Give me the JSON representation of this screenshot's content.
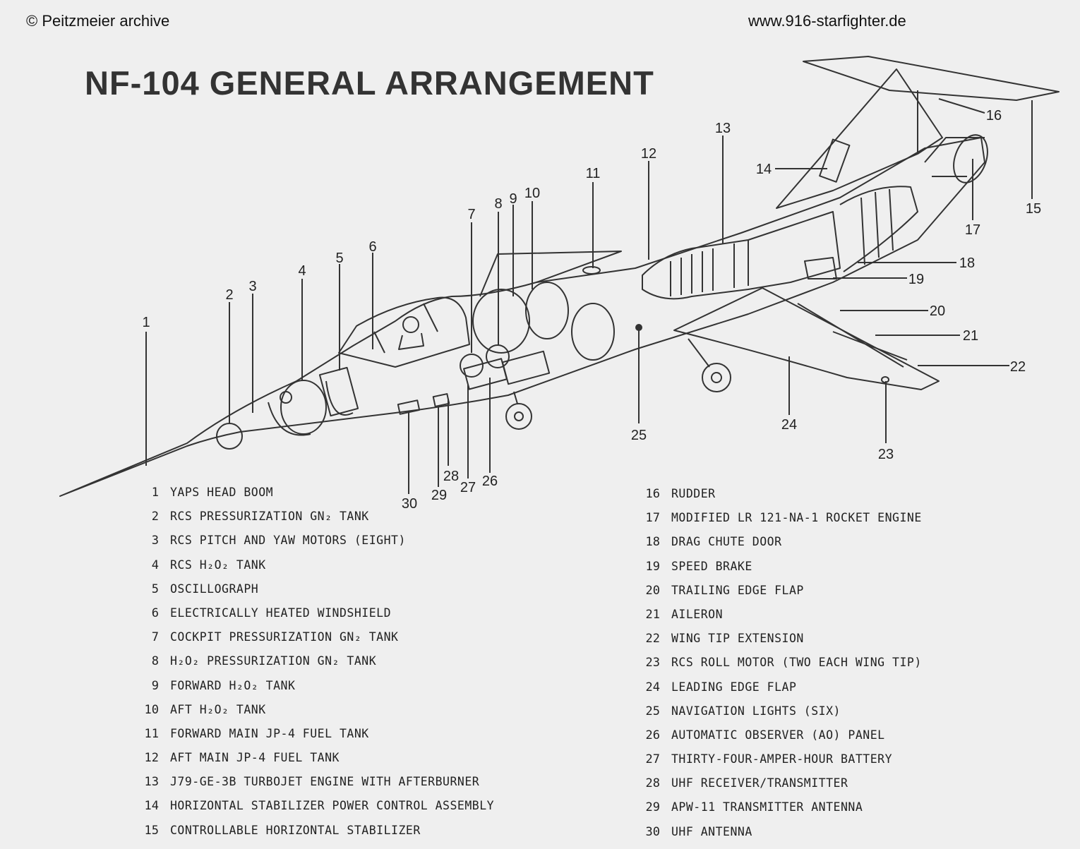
{
  "header": {
    "copyright": "© Peitzmeier archive",
    "website": "www.916-starfighter.de"
  },
  "title": "NF-104 GENERAL ARRANGEMENT",
  "legend_left": [
    {
      "n": "1",
      "label": "YAPS HEAD BOOM"
    },
    {
      "n": "2",
      "label": "RCS PRESSURIZATION GN₂ TANK"
    },
    {
      "n": "3",
      "label": "RCS PITCH AND YAW MOTORS (EIGHT)"
    },
    {
      "n": "4",
      "label": "RCS H₂O₂ TANK"
    },
    {
      "n": "5",
      "label": "OSCILLOGRAPH"
    },
    {
      "n": "6",
      "label": "ELECTRICALLY HEATED WINDSHIELD"
    },
    {
      "n": "7",
      "label": "COCKPIT PRESSURIZATION GN₂ TANK"
    },
    {
      "n": "8",
      "label": "H₂O₂ PRESSURIZATION GN₂ TANK"
    },
    {
      "n": "9",
      "label": "FORWARD H₂O₂ TANK"
    },
    {
      "n": "10",
      "label": "AFT H₂O₂ TANK"
    },
    {
      "n": "11",
      "label": "FORWARD MAIN JP-4 FUEL TANK"
    },
    {
      "n": "12",
      "label": "AFT MAIN JP-4 FUEL TANK"
    },
    {
      "n": "13",
      "label": "J79-GE-3B TURBOJET ENGINE WITH AFTERBURNER"
    },
    {
      "n": "14",
      "label": "HORIZONTAL STABILIZER POWER CONTROL ASSEMBLY"
    },
    {
      "n": "15",
      "label": "CONTROLLABLE HORIZONTAL STABILIZER"
    }
  ],
  "legend_right": [
    {
      "n": "16",
      "label": "RUDDER"
    },
    {
      "n": "17",
      "label": "MODIFIED LR 121-NA-1 ROCKET ENGINE"
    },
    {
      "n": "18",
      "label": "DRAG CHUTE DOOR"
    },
    {
      "n": "19",
      "label": "SPEED BRAKE"
    },
    {
      "n": "20",
      "label": "TRAILING EDGE FLAP"
    },
    {
      "n": "21",
      "label": "AILERON"
    },
    {
      "n": "22",
      "label": "WING TIP EXTENSION"
    },
    {
      "n": "23",
      "label": "RCS ROLL MOTOR (TWO EACH WING TIP)"
    },
    {
      "n": "24",
      "label": "LEADING EDGE FLAP"
    },
    {
      "n": "25",
      "label": "NAVIGATION LIGHTS (SIX)"
    },
    {
      "n": "26",
      "label": "AUTOMATIC OBSERVER (AO) PANEL"
    },
    {
      "n": "27",
      "label": "THIRTY-FOUR-AMPER-HOUR BATTERY"
    },
    {
      "n": "28",
      "label": "UHF RECEIVER/TRANSMITTER"
    },
    {
      "n": "29",
      "label": "APW-11 TRANSMITTER ANTENNA"
    },
    {
      "n": "30",
      "label": "UHF ANTENNA"
    }
  ],
  "callouts": [
    "1",
    "2",
    "3",
    "4",
    "5",
    "6",
    "7",
    "8",
    "9",
    "10",
    "11",
    "12",
    "13",
    "14",
    "15",
    "16",
    "17",
    "18",
    "19",
    "20",
    "21",
    "22",
    "23",
    "24",
    "25",
    "26",
    "27",
    "28",
    "29",
    "30"
  ]
}
